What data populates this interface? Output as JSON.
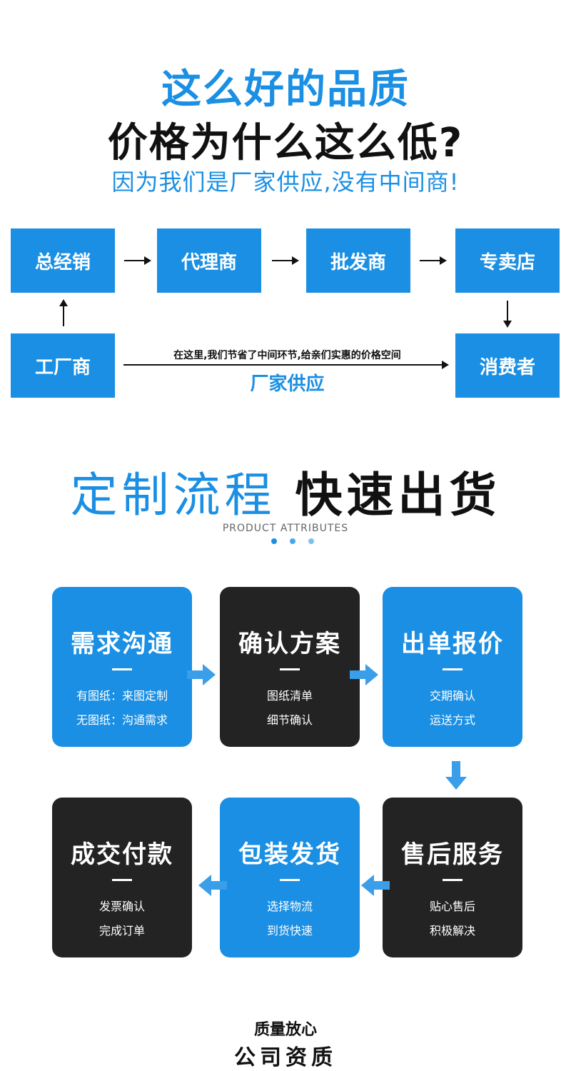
{
  "headline": {
    "line1": "这么好的品质",
    "line2": "价格为什么这么低?",
    "line3": "因为我们是厂家供应,没有中间商!"
  },
  "supply_chain": {
    "general_distributor": "总经销",
    "agent": "代理商",
    "wholesaler": "批发商",
    "specialty_store": "专卖店",
    "manufacturer": "工厂商",
    "consumer": "消费者",
    "savings_note": "在这里,我们节省了中间环节,给亲们实惠的价格空间",
    "factory_supply": "厂家供应"
  },
  "process": {
    "title_blue": "定制流程",
    "title_black": "快速出货",
    "subtitle": "PRODUCT ATTRIBUTES",
    "steps": [
      {
        "title": "需求沟通",
        "line1": "有图纸：来图定制",
        "line2": "无图纸：沟通需求"
      },
      {
        "title": "确认方案",
        "line1": "图纸清单",
        "line2": "细节确认"
      },
      {
        "title": "出单报价",
        "line1": "交期确认",
        "line2": "运送方式"
      },
      {
        "title": "售后服务",
        "line1": "贴心售后",
        "line2": "积极解决"
      },
      {
        "title": "包装发货",
        "line1": "选择物流",
        "line2": "到货快速"
      },
      {
        "title": "成交付款",
        "line1": "发票确认",
        "line2": "完成订单"
      }
    ]
  },
  "footer": {
    "quality": "质量放心",
    "company": "公司资质"
  },
  "colors": {
    "accent": "#1a8fe3",
    "dark_card": "#232323",
    "arrow_blue": "#3a9ee8"
  }
}
